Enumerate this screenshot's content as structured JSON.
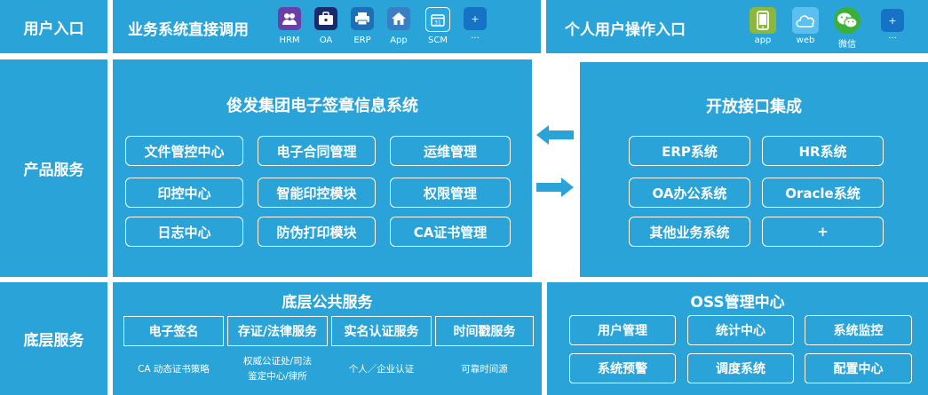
{
  "rows": {
    "user_entry": "用户入口",
    "product_services": "产品服务",
    "base_services": "底层服务"
  },
  "business_entry": {
    "title": "业务系统直接调用",
    "apps": [
      {
        "label": "HRM",
        "icon": "people-icon",
        "color": "#6b3fa8"
      },
      {
        "label": "OA",
        "icon": "briefcase-icon",
        "color": "#1a2b6b"
      },
      {
        "label": "ERP",
        "icon": "printer-icon",
        "color": "#1d6fb8"
      },
      {
        "label": "App",
        "icon": "home-icon",
        "color": "#3a7fc4"
      },
      {
        "label": "SCM",
        "icon": "calendar-icon",
        "color": "#29a8e0"
      },
      {
        "label": "···",
        "icon": "plus-icon",
        "color": "#1572c4"
      }
    ]
  },
  "personal_entry": {
    "title": "个人用户操作入口",
    "apps": [
      {
        "label": "app",
        "icon": "phone-icon",
        "color": "#8ab83a"
      },
      {
        "label": "web",
        "icon": "cloud-icon",
        "color": "#5bc0ef"
      },
      {
        "label": "微信",
        "icon": "wechat-icon",
        "color": "#3cb035"
      },
      {
        "label": "···",
        "icon": "plus-icon",
        "color": "#1572c4"
      }
    ]
  },
  "product_system": {
    "title": "俊发集团电子签章信息系统",
    "items": [
      "文件管控中心",
      "电子合同管理",
      "运维管理",
      "印控中心",
      "智能印控模块",
      "权限管理",
      "日志中心",
      "防伪打印模块",
      "CA证书管理"
    ]
  },
  "open_interface": {
    "title": "开放接口集成",
    "items": [
      "ERP系统",
      "HR系统",
      "OA办公系统",
      "Oracle系统",
      "其他业务系统",
      "+"
    ]
  },
  "base_public": {
    "title": "底层公共服务",
    "items": [
      "电子签名",
      "存证/法律服务",
      "实名认证服务",
      "时间戳服务"
    ],
    "captions": [
      "CA 动态证书策略",
      "权威公证处/司法\n鉴定中心/律所",
      "个人／企业认证",
      "可靠时间源"
    ]
  },
  "oss": {
    "title": "OSS管理中心",
    "items": [
      "用户管理",
      "统计中心",
      "系统监控",
      "系统预警",
      "调度系统",
      "配置中心"
    ]
  }
}
